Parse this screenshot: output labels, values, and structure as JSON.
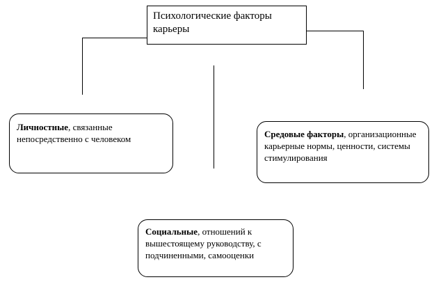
{
  "diagram": {
    "root": {
      "text": "Психологические факторы карьеры"
    },
    "factors": {
      "personal": {
        "title": "Личностные",
        "description": ", связанные непосредственно с человеком"
      },
      "environment": {
        "title": "Средовые факторы",
        "description": ", организационные карьерные нормы, ценности, системы стимулирования"
      },
      "social": {
        "title": "Социальные",
        "description": ", отношений к вышестоящему руководству, с подчиненными, самооценки"
      }
    }
  }
}
